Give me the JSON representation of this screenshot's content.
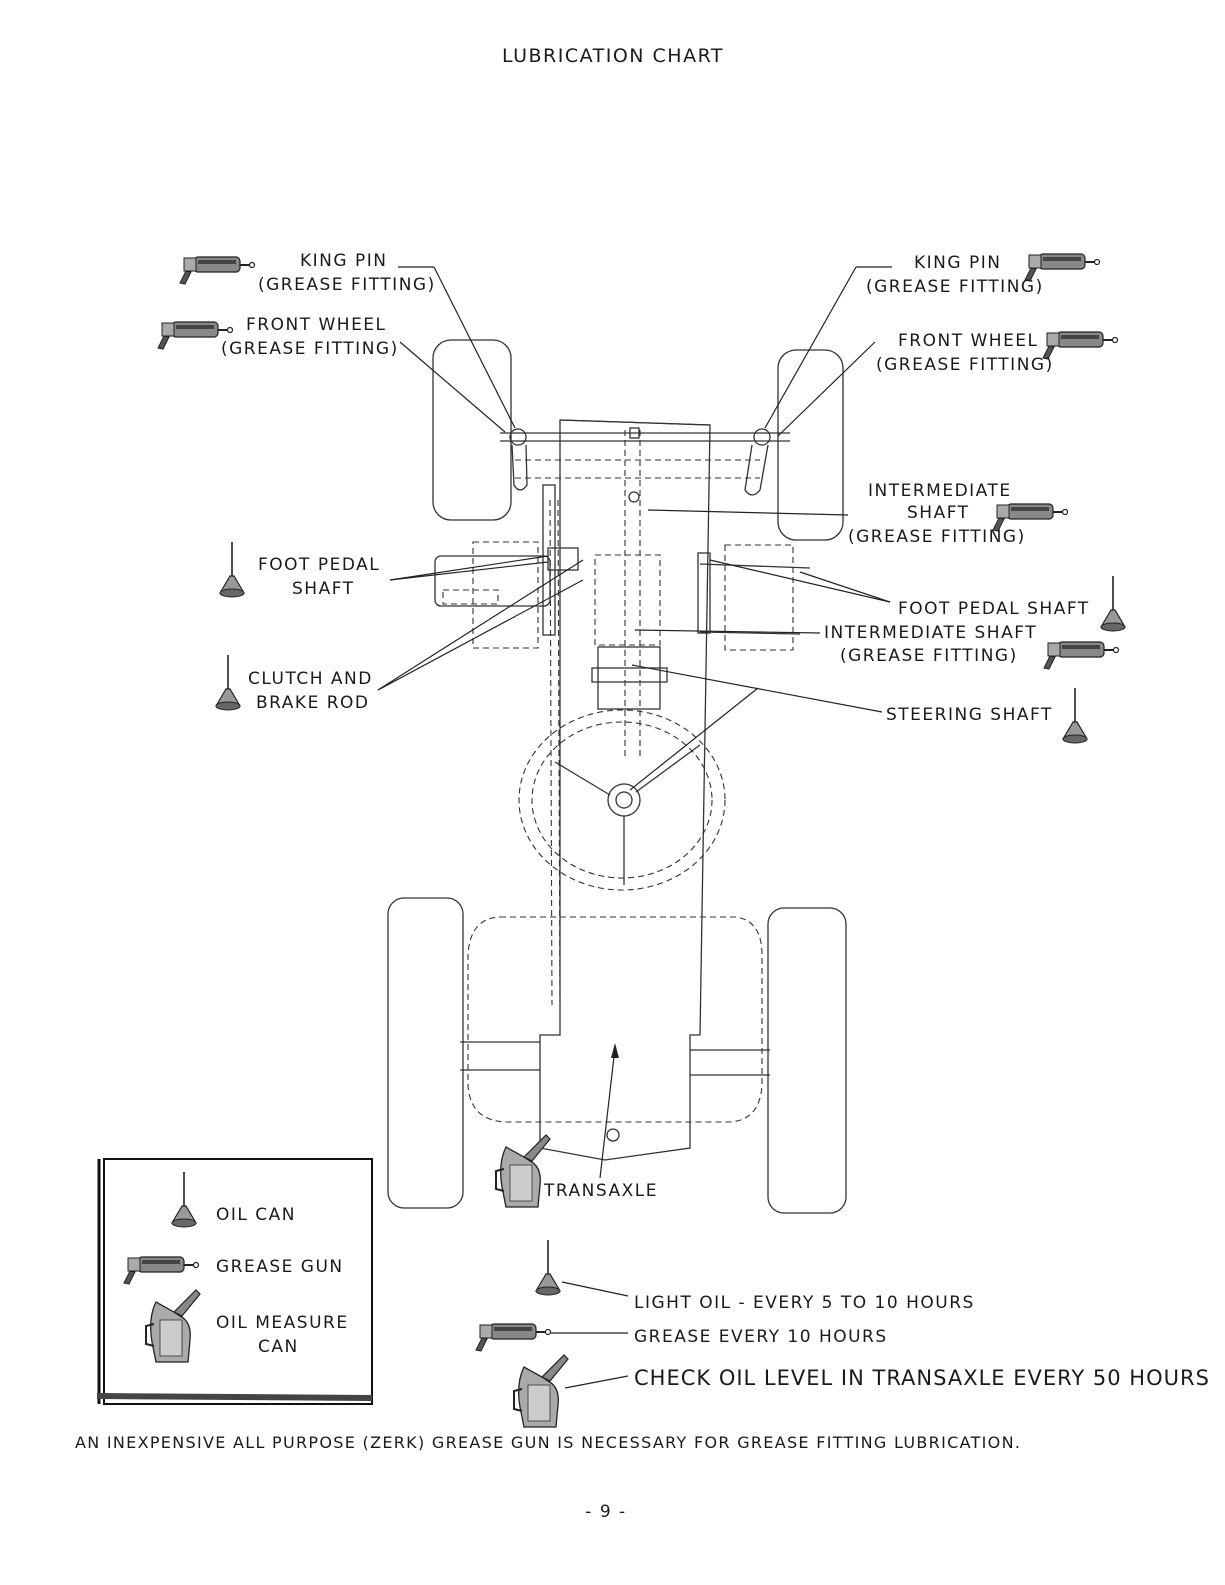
{
  "title": "LUBRICATION CHART",
  "labels": {
    "king_pin_left": "KING PIN",
    "king_pin_left_sub": "(GREASE FITTING)",
    "front_wheel_left": "FRONT WHEEL",
    "front_wheel_left_sub": "(GREASE FITTING)",
    "foot_pedal_left_1": "FOOT PEDAL",
    "foot_pedal_left_2": "SHAFT",
    "clutch_brake_1": "CLUTCH AND",
    "clutch_brake_2": "BRAKE ROD",
    "king_pin_right": "KING PIN",
    "king_pin_right_sub": "(GREASE FITTING)",
    "front_wheel_right": "FRONT WHEEL",
    "front_wheel_right_sub": "(GREASE FITTING)",
    "intermediate_1": "INTERMEDIATE",
    "intermediate_2": "SHAFT",
    "intermediate_sub": "(GREASE FITTING)",
    "foot_pedal_right": "FOOT PEDAL SHAFT",
    "intermediate_shaft_2": "INTERMEDIATE SHAFT",
    "intermediate_shaft_2_sub": "(GREASE FITTING)",
    "steering_shaft": "STEERING SHAFT",
    "transaxle": "TRANSAXLE"
  },
  "legend": {
    "oil_can": "OIL CAN",
    "grease_gun": "GREASE GUN",
    "oil_measure_1": "OIL MEASURE",
    "oil_measure_2": "CAN"
  },
  "schedule": {
    "light_oil": "LIGHT OIL - EVERY 5 TO 10 HOURS",
    "grease": "GREASE EVERY 10 HOURS",
    "check_oil": "CHECK OIL LEVEL IN TRANSAXLE EVERY 50 HOURS"
  },
  "footnote": "AN INEXPENSIVE ALL PURPOSE (ZERK) GREASE GUN IS NECESSARY FOR GREASE FITTING LUBRICATION.",
  "page_number": "- 9 -"
}
